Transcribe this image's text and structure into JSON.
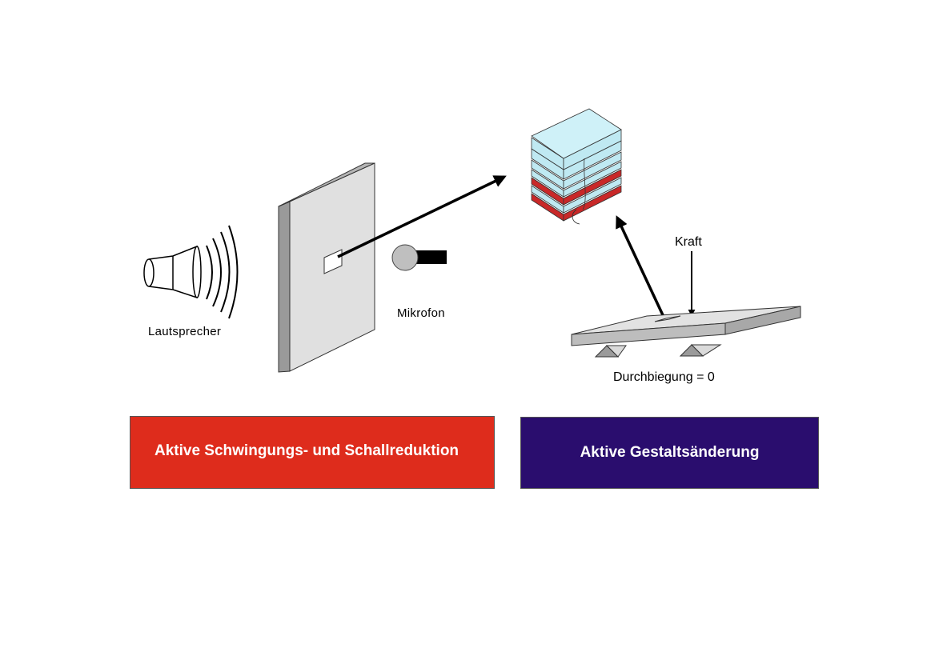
{
  "labels": {
    "loudspeaker": "Lautsprecher",
    "microphone": "Mikrofon",
    "force": "Kraft",
    "deflection": "Durchbiegung = 0"
  },
  "boxes": {
    "left": {
      "label": "Aktive Schwingungs- und Schallreduktion",
      "color": "#DE2C1C"
    },
    "right": {
      "label": "Aktive Gestaltsänderung",
      "color": "#2A0D6E"
    }
  },
  "colors": {
    "panel_face": "#E0E0E0",
    "panel_edge": "#9A9A9A",
    "stack_face": "#BFE9F2",
    "stack_red": "#C82828",
    "mic_body": "#BFBFBF"
  }
}
